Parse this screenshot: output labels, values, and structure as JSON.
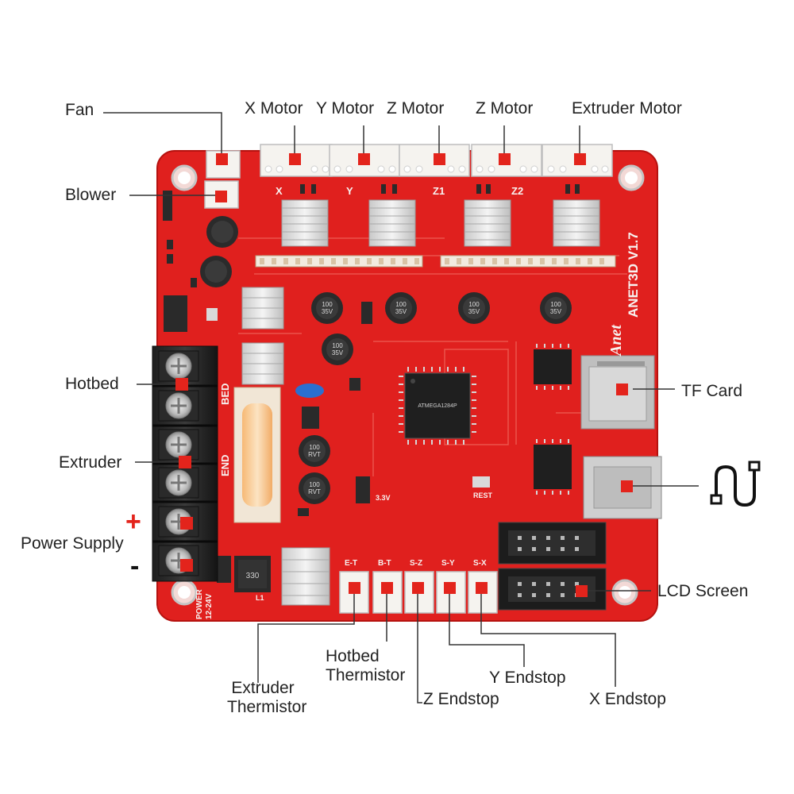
{
  "board": {
    "brand_logo": "Anet",
    "model": "ANET3D  V1.7",
    "chip_text": "ATMEGA1284P",
    "colors": {
      "pcb": "#e0201e",
      "pcb_dark": "#b5120f",
      "silk": "#f7f2f0",
      "marker": "#e3241c",
      "leader": "#333333",
      "plus": "#e3241c"
    },
    "silkscreen": {
      "x": "X",
      "y": "Y",
      "z1": "Z1",
      "z2": "Z2",
      "bed": "BED",
      "end": "END",
      "power": "POWER",
      "voltage": "12-24V",
      "e_t": "E-T",
      "b_t": "B-T",
      "s_z": "S-Z",
      "s_y": "S-Y",
      "s_x": "S-X",
      "rest": "REST",
      "v33": "3.3V",
      "l1": "L1",
      "l1_value": "330",
      "cap_value": "100",
      "cap_volt": "35V",
      "cap_brand": "RVT"
    },
    "icons": [
      "usb-cable-icon"
    ]
  },
  "labels": {
    "fan": "Fan",
    "x_motor": "X Motor",
    "y_motor": "Y Motor",
    "z_motor_1": "Z Motor",
    "z_motor_2": "Z Motor",
    "extruder_motor": "Extruder Motor",
    "blower": "Blower",
    "hotbed": "Hotbed",
    "extruder": "Extruder",
    "power_supply": "Power Supply",
    "plus": "+",
    "minus": "-",
    "tf_card": "TF Card",
    "lcd_screen": "LCD Screen",
    "extruder_thermistor_1": "Extruder",
    "extruder_thermistor_2": "Thermistor",
    "hotbed_thermistor_1": "Hotbed",
    "hotbed_thermistor_2": "Thermistor",
    "z_endstop": "Z Endstop",
    "y_endstop": "Y Endstop",
    "x_endstop": "X Endstop"
  }
}
